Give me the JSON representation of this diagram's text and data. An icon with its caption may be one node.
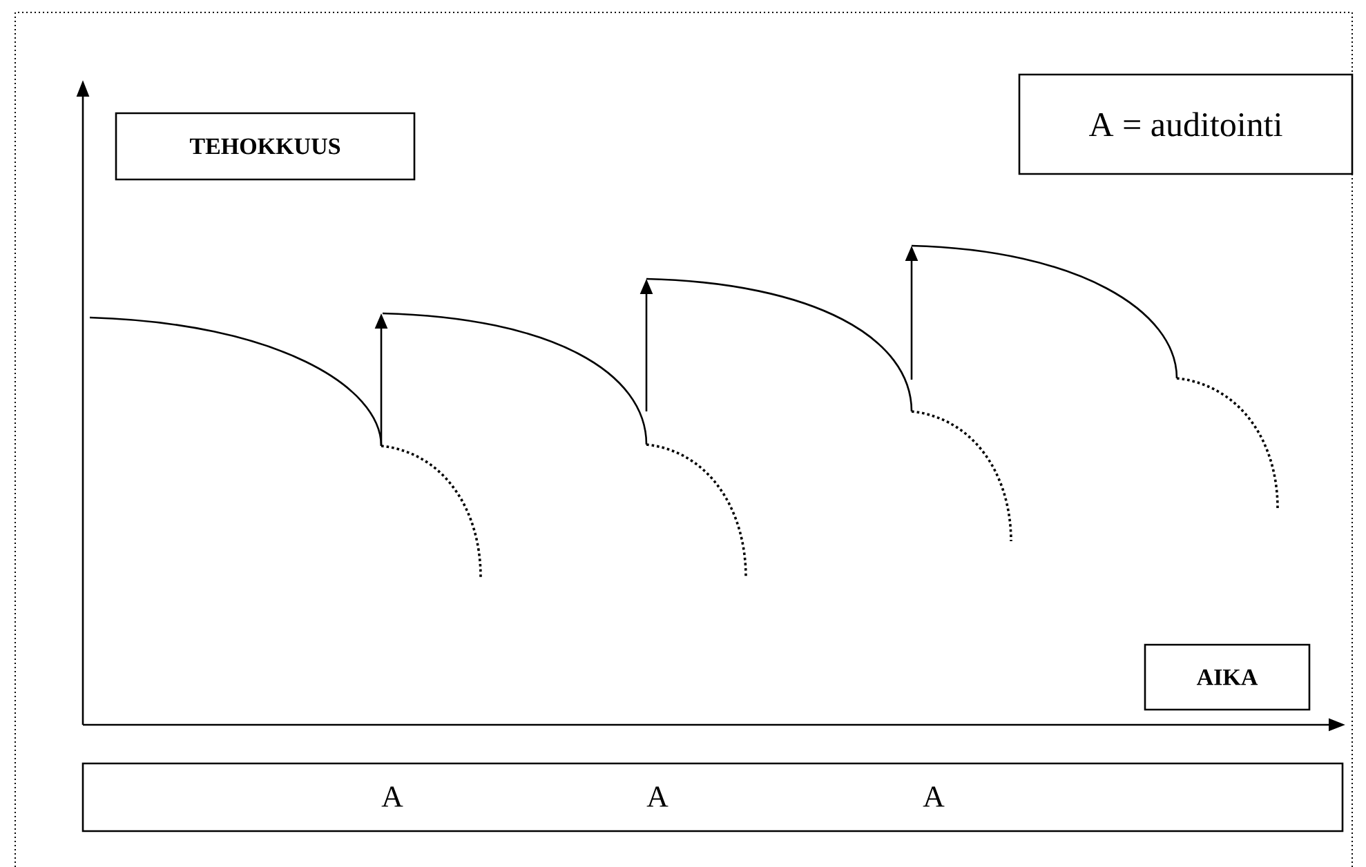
{
  "diagram": {
    "nodes": [
      {
        "text": [
          "TEHOKKUUS"
        ]
      },
      {
        "text": [
          "A = auditointi"
        ]
      },
      {
        "text": [
          "AIKA"
        ]
      },
      {
        "text": [
          "A",
          "A",
          "A"
        ]
      }
    ]
  }
}
